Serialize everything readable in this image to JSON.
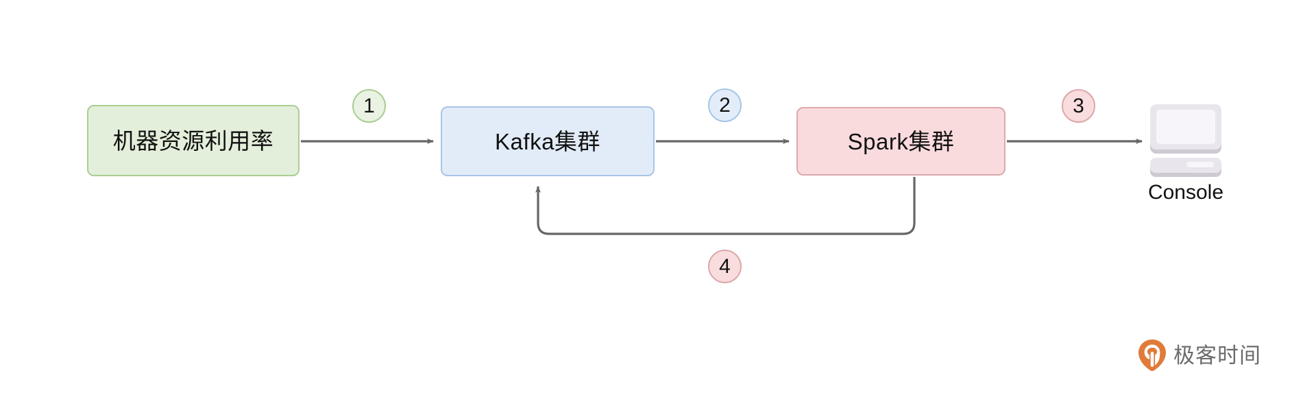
{
  "diagram": {
    "title": "",
    "background": "#ffffff",
    "nodes": [
      {
        "id": "source",
        "label": "机器资源利用率",
        "shape": "rounded-rect",
        "fill": "#e3efda",
        "stroke": "#aacd92"
      },
      {
        "id": "kafka",
        "label": "Kafka集群",
        "shape": "rounded-rect",
        "fill": "#e2ecf9",
        "stroke": "#a8c5e6"
      },
      {
        "id": "spark",
        "label": "Spark集群",
        "shape": "rounded-rect",
        "fill": "#fadbdd",
        "stroke": "#dba9ab"
      },
      {
        "id": "console",
        "label": "Console",
        "shape": "computer-icon",
        "fill": "#e8e4ec",
        "stroke": "#d6d1dc"
      }
    ],
    "edges": [
      {
        "id": "e1",
        "from": "source",
        "to": "kafka",
        "badge": "1",
        "badge_fill": "#e9f2e3",
        "badge_stroke": "#a9cd92",
        "style": "straight-arrow"
      },
      {
        "id": "e2",
        "from": "kafka",
        "to": "spark",
        "badge": "2",
        "badge_fill": "#e3edf9",
        "badge_stroke": "#a6c5e7",
        "style": "straight-arrow"
      },
      {
        "id": "e3",
        "from": "spark",
        "to": "console",
        "badge": "3",
        "badge_fill": "#f9dcdd",
        "badge_stroke": "#dca7aa",
        "style": "straight-arrow"
      },
      {
        "id": "e4",
        "from": "spark",
        "to": "kafka",
        "badge": "4",
        "badge_fill": "#f9dcdd",
        "badge_stroke": "#dca7aa",
        "style": "feedback-loop-arrow"
      }
    ],
    "edge_color": "#666666"
  },
  "watermark": {
    "text": "极客时间",
    "logo_icon": "geekbang-pin-icon",
    "logo_color": "#e07b39",
    "text_color": "#6b6b6b"
  }
}
